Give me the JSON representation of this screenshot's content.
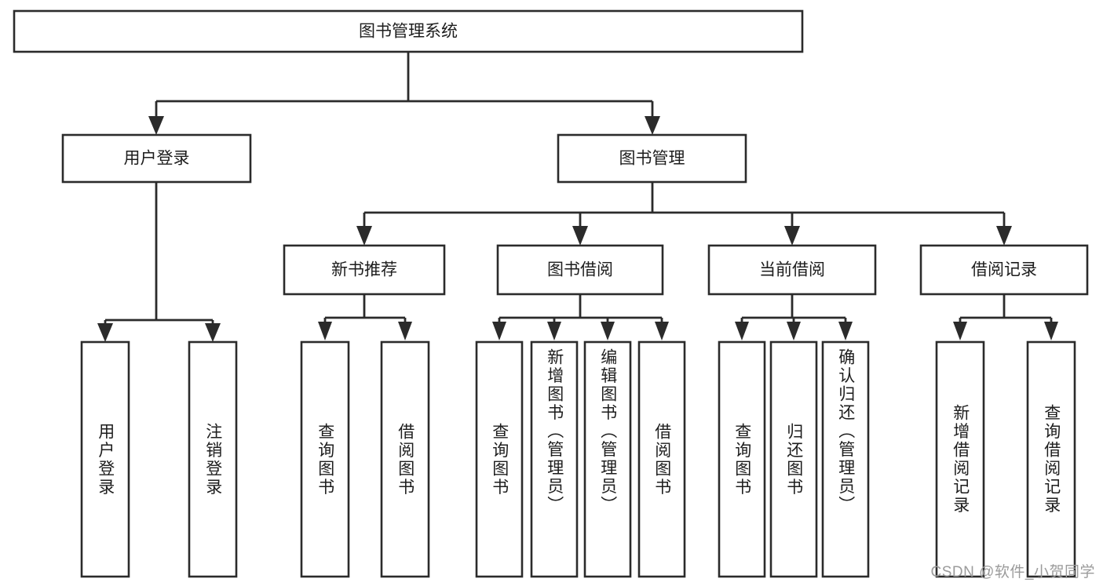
{
  "diagram": {
    "title": "图书管理系统",
    "type": "hierarchy-tree",
    "colors": {
      "box_stroke": "#2b2b2b",
      "box_fill": "#ffffff",
      "text": "#1d1d1d",
      "background": "#ffffff",
      "watermark": "#9b9b9b"
    },
    "root": {
      "label": "图书管理系统",
      "orientation": "horizontal"
    },
    "level2": [
      {
        "label": "用户登录",
        "orientation": "horizontal"
      },
      {
        "label": "图书管理",
        "orientation": "horizontal"
      }
    ],
    "level3": [
      {
        "label": "新书推荐",
        "orientation": "horizontal"
      },
      {
        "label": "图书借阅",
        "orientation": "horizontal"
      },
      {
        "label": "当前借阅",
        "orientation": "horizontal"
      },
      {
        "label": "借阅记录",
        "orientation": "horizontal"
      }
    ],
    "leaves": {
      "user_login": [
        {
          "label": "用户登录",
          "orientation": "vertical"
        },
        {
          "label": "注销登录",
          "orientation": "vertical"
        }
      ],
      "new_book_recommend": [
        {
          "label": "查询图书",
          "orientation": "vertical"
        },
        {
          "label": "借阅图书",
          "orientation": "vertical"
        }
      ],
      "book_borrow": [
        {
          "label": "查询图书",
          "orientation": "vertical"
        },
        {
          "label": "新增图书（管理员）",
          "orientation": "vertical"
        },
        {
          "label": "编辑图书（管理员）",
          "orientation": "vertical"
        },
        {
          "label": "借阅图书",
          "orientation": "vertical"
        }
      ],
      "current_borrow": [
        {
          "label": "查询图书",
          "orientation": "vertical"
        },
        {
          "label": "归还图书",
          "orientation": "vertical"
        },
        {
          "label": "确认归还（管理员）",
          "orientation": "vertical"
        }
      ],
      "borrow_record": [
        {
          "label": "新增借阅记录",
          "orientation": "vertical"
        },
        {
          "label": "查询借阅记录",
          "orientation": "vertical"
        }
      ]
    },
    "watermark": "CSDN @软件_小贺同学"
  }
}
